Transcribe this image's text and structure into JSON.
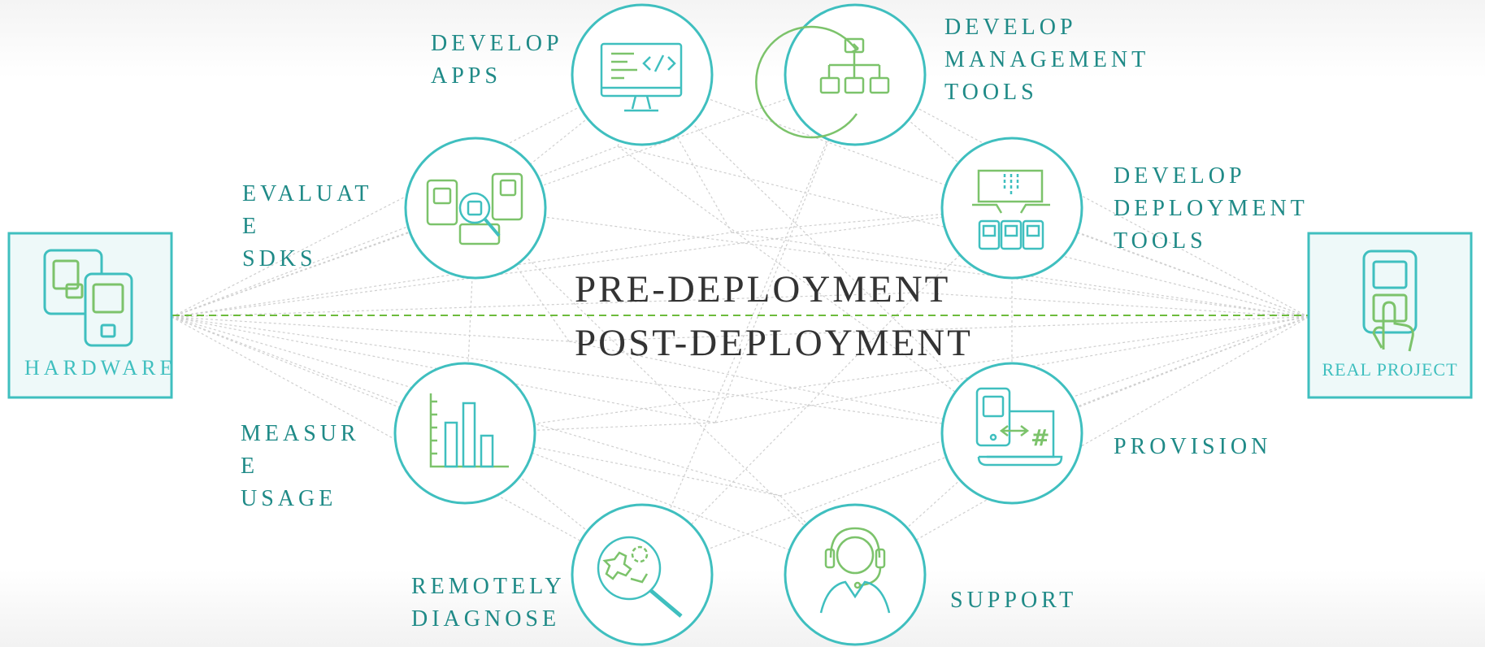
{
  "colors": {
    "teal": "#3fbfbf",
    "dark_teal": "#1f8a87",
    "green": "#7cc36b",
    "divider": "#6dbb3c",
    "mesh": "#cfcfcf",
    "phase_text": "#333333"
  },
  "phases": {
    "pre": "PRE-DEPLOYMENT",
    "post": "POST-DEPLOYMENT"
  },
  "endpoints": {
    "left": {
      "label": "HARDWARE",
      "icon": "hardware-boards-icon"
    },
    "right": {
      "label": "REAL PROJECT",
      "icon": "device-touch-icon"
    }
  },
  "nodes": [
    {
      "id": "develop-apps",
      "label": "DEVELOP\nAPPS",
      "icon": "monitor-code-icon"
    },
    {
      "id": "develop-management-tools",
      "label": "DEVELOP\nMANAGEMENT\nTOOLS",
      "icon": "hierarchy-icon"
    },
    {
      "id": "evaluate-sdks",
      "label": "EVALUAT\nE\nSDKS",
      "icon": "magnify-chip-icon"
    },
    {
      "id": "develop-deployment-tools",
      "label": "DEVELOP\nDEPLOYMENT\nTOOLS",
      "icon": "deployment-icon"
    },
    {
      "id": "measure-usage",
      "label": "MEASUR\nE\nUSAGE",
      "icon": "bar-chart-icon"
    },
    {
      "id": "provision",
      "label": "PROVISION",
      "icon": "laptop-provision-icon"
    },
    {
      "id": "remotely-diagnose",
      "label": "REMOTELY\nDIAGNOSE",
      "icon": "gear-magnifier-icon"
    },
    {
      "id": "support",
      "label": "SUPPORT",
      "icon": "headset-agent-icon"
    }
  ]
}
